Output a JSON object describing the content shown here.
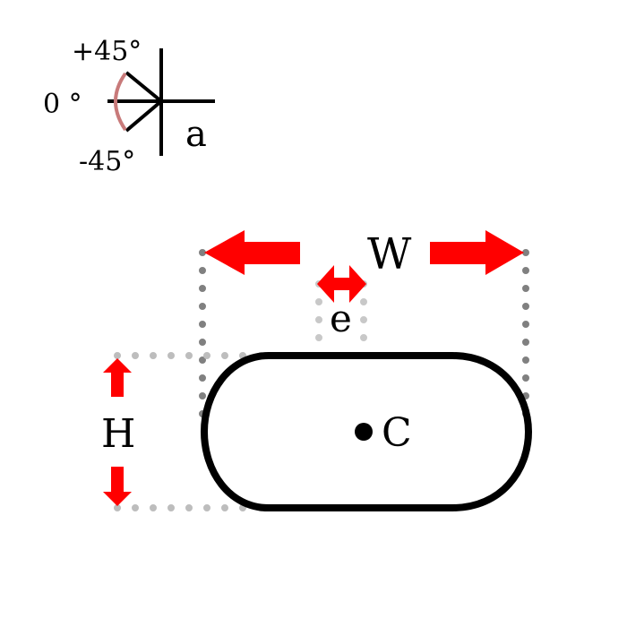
{
  "angle_legend": {
    "plus_label": "+45°",
    "zero_label": "0 °",
    "minus_label": "-45°",
    "axis_label": "a",
    "arc_color": "#c87a7a"
  },
  "shape": {
    "width_label": "W",
    "height_label": "H",
    "edge_label": "e",
    "center_label": "C",
    "arrow_color": "#ff0000",
    "outline_color": "#000000",
    "guide_dark": "#808080",
    "guide_light": "#c0c0c0"
  }
}
